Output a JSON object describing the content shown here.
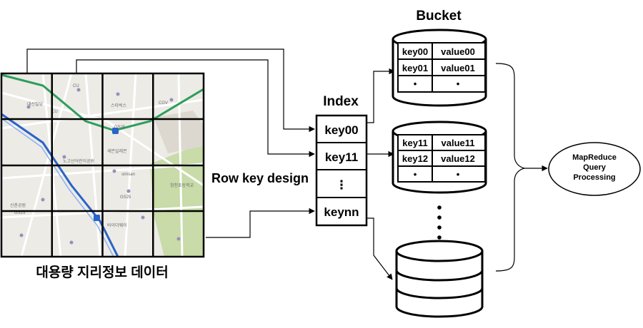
{
  "bucket_title": "Bucket",
  "index_title": "Index",
  "row_key_label": "Row key design",
  "map_caption": "대용량 지리정보 데이터",
  "index_entries": [
    "key00",
    "key11",
    "⋮",
    "keynn"
  ],
  "buckets": [
    {
      "rows": [
        [
          "key00",
          "value00"
        ],
        [
          "key01",
          "value01"
        ],
        [
          "•",
          "•"
        ]
      ]
    },
    {
      "rows": [
        [
          "key11",
          "value11"
        ],
        [
          "key12",
          "value12"
        ],
        [
          "•",
          "•"
        ]
      ]
    }
  ],
  "mapreduce_label": [
    "MapReduce",
    "Query",
    "Processing"
  ],
  "map_labels": [
    "CU",
    "GS25",
    "CGV",
    "스타벅스",
    "GS25",
    "CU",
    "simsan",
    "GS25",
    "세븐일레븐",
    "신촌공원",
    "노고산어린이공원",
    "창천초등학교",
    "대신빌딩",
    "바이더웨이"
  ],
  "colors": {
    "ink": "#000000",
    "map_bg": "#ecebe6",
    "park": "#c8dba8",
    "subway_green": "#2e9e5b",
    "subway_blue": "#2a63c9"
  }
}
